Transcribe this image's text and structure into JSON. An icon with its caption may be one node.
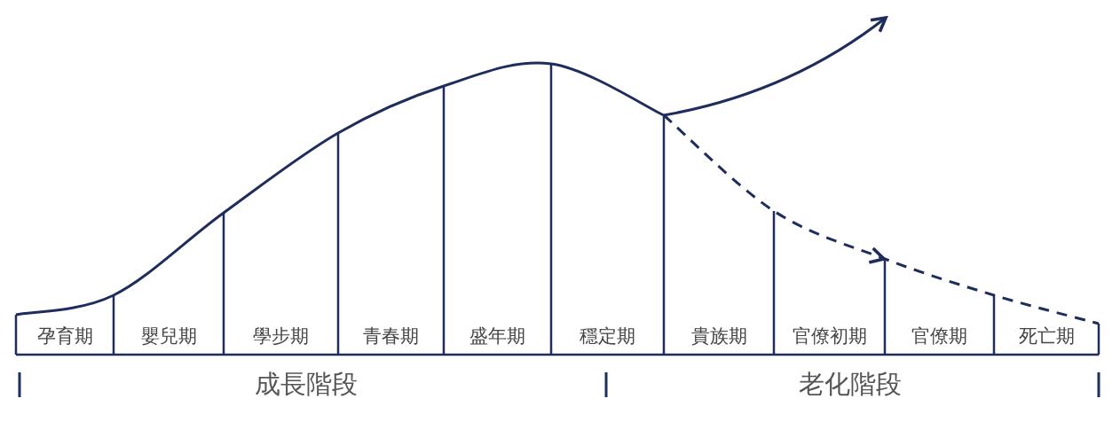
{
  "diagram": {
    "nodes": [
      {
        "text": [
          "孕育期"
        ]
      },
      {
        "text": [
          "嬰兒期"
        ]
      },
      {
        "text": [
          "學步期"
        ]
      },
      {
        "text": [
          "青春期"
        ]
      },
      {
        "text": [
          "盛年期"
        ]
      },
      {
        "text": [
          "穩定期"
        ]
      },
      {
        "text": [
          "貴族期"
        ]
      },
      {
        "text": [
          "官僚初期"
        ]
      },
      {
        "text": [
          "官僚期"
        ]
      },
      {
        "text": [
          "死亡期"
        ]
      }
    ],
    "labels": [
      "成長階段",
      "老化階段"
    ]
  }
}
